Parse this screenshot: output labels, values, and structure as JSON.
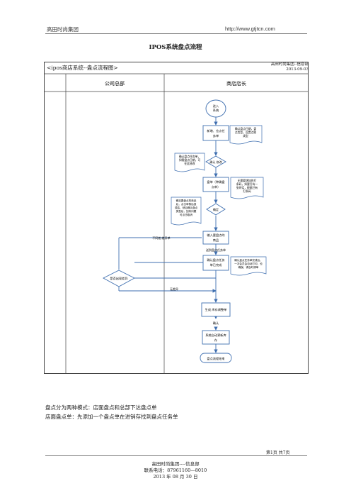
{
  "header": {
    "company": "高田时尚集团",
    "url": "http://www.gtjtcn.com"
  },
  "document": {
    "title": "IPOS系统盘点流程"
  },
  "diagram": {
    "title": "<ipos商店系统--盘点流程图>",
    "info_company": "高田时尚集团--信息部",
    "info_date": "2013-09-03",
    "col_left": "公司总部",
    "col_right": "商店店长",
    "nodes": {
      "start": "进入\n系统",
      "process1": "新增、仓点任\n务单",
      "note1": "确认盘点日期，盘\n点类型，设置点购\n类型",
      "note2": "确认盘点任务单，\n如需盘点日期，可\n在此修改",
      "decision1": "确认 修改",
      "process2": "盘单（种确盘\n点单）",
      "note3": "无需要增加的打\n条码，如要打有一\n张的话，根据已有\n打条码",
      "note4": "确定要盘点的商品\n后，点击审核后造\n成结，然后确认盘点\n类型后，如有问题\n可点击取消",
      "decision2": "确定",
      "process3": "输入要盘点的\n商品",
      "label_send": "送到盘点任务单",
      "label_noexception": "不同差/差异单",
      "process4": "确认盘点任务\n单已完成",
      "note5": "确认盘点任务单完成后，\n一次会员会自动打印，也\n确保，请及时调单",
      "decision3": "是否出现差异",
      "label_nodiff": "无差异",
      "process5": "生成 库存调整单",
      "decision4": "确认",
      "process6": "系统自动更新库\n存",
      "end": "盘点流程结束"
    }
  },
  "body": {
    "line1": "盘点分为两种模式：店面盘点和总部下达盘点单",
    "line2": "店面盘点单：先添加一个盘点单在进销存找到盘点任务单"
  },
  "footer": {
    "page": "第1页 共7页",
    "company": "高田时尚集团----信息部",
    "phone": "联系电话：87961160—8010",
    "date": "2013 年 08 月 30 日"
  }
}
